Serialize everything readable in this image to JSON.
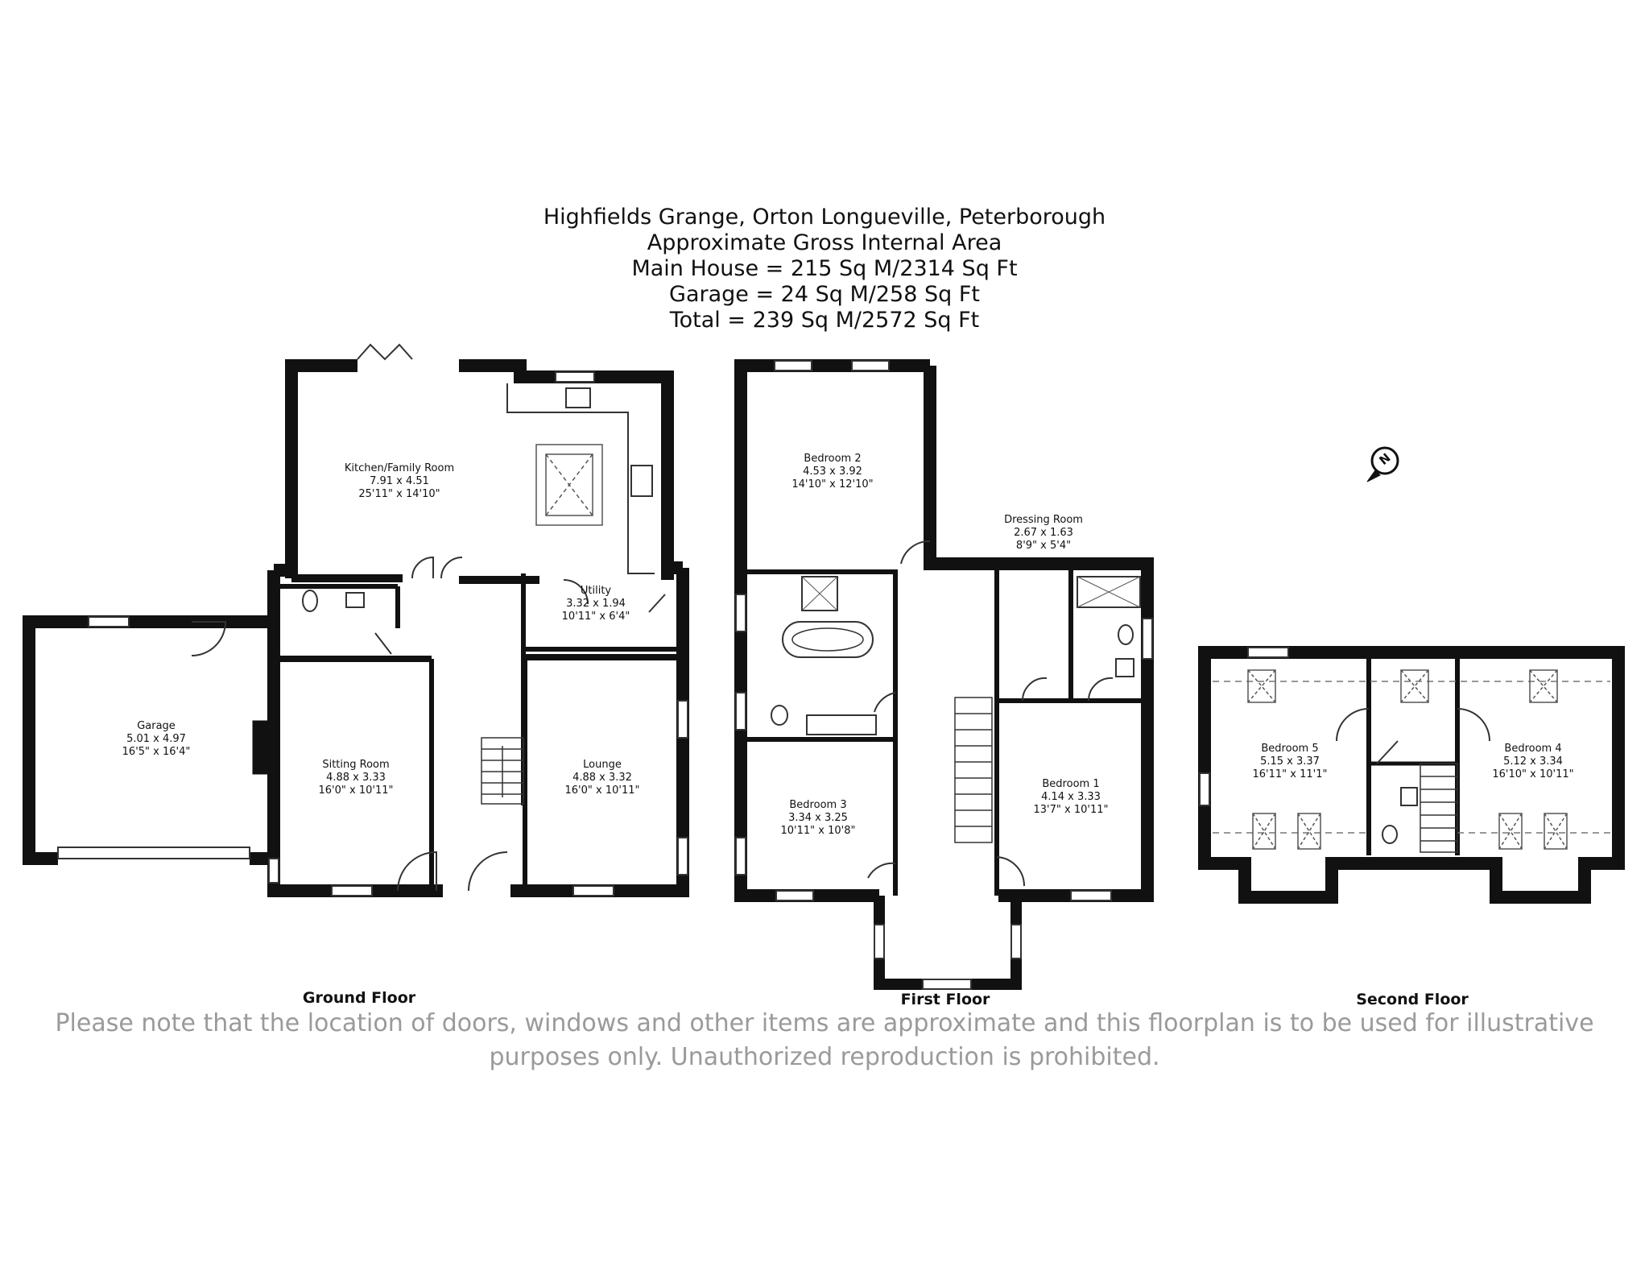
{
  "header": {
    "line1": "Highfields Grange, Orton Longueville, Peterborough",
    "line2": "Approximate Gross Internal Area",
    "line3": "Main House = 215 Sq M/2314 Sq Ft",
    "line4": "Garage = 24 Sq M/258 Sq Ft",
    "line5": "Total = 239 Sq M/2572 Sq Ft"
  },
  "floors": {
    "ground": "Ground Floor",
    "first": "First Floor",
    "second": "Second Floor"
  },
  "rooms": {
    "kitchen": {
      "name": "Kitchen/Family Room",
      "metric": "7.91 x 4.51",
      "imperial": "25'11\" x 14'10\""
    },
    "utility": {
      "name": "Utility",
      "metric": "3.32 x 1.94",
      "imperial": "10'11\" x 6'4\""
    },
    "garage": {
      "name": "Garage",
      "metric": "5.01 x 4.97",
      "imperial": "16'5\" x 16'4\""
    },
    "sitting": {
      "name": "Sitting Room",
      "metric": "4.88 x 3.33",
      "imperial": "16'0\" x 10'11\""
    },
    "lounge": {
      "name": "Lounge",
      "metric": "4.88 x 3.32",
      "imperial": "16'0\" x 10'11\""
    },
    "bedroom2": {
      "name": "Bedroom 2",
      "metric": "4.53 x 3.92",
      "imperial": "14'10\" x 12'10\""
    },
    "dressing": {
      "name": "Dressing Room",
      "metric": "2.67 x 1.63",
      "imperial": "8'9\" x 5'4\""
    },
    "bedroom3": {
      "name": "Bedroom 3",
      "metric": "3.34 x 3.25",
      "imperial": "10'11\" x 10'8\""
    },
    "bedroom1": {
      "name": "Bedroom 1",
      "metric": "4.14 x 3.33",
      "imperial": "13'7\" x 10'11\""
    },
    "bedroom5": {
      "name": "Bedroom 5",
      "metric": "5.15 x 3.37",
      "imperial": "16'11\" x 11'1\""
    },
    "bedroom4": {
      "name": "Bedroom 4",
      "metric": "5.12 x 3.34",
      "imperial": "16'10\" x 10'11\""
    }
  },
  "compass": {
    "letter": "N"
  },
  "disclaimer": {
    "line1": "Please note that the location of doors, windows and other items are approximate and this floorplan is to be used for illustrative",
    "line2": "purposes only. Unauthorized reproduction is prohibited."
  },
  "colors": {
    "wall": "#111111",
    "line": "#222222",
    "disclaimer": "#9a9a9a",
    "window": "#ffffff"
  }
}
